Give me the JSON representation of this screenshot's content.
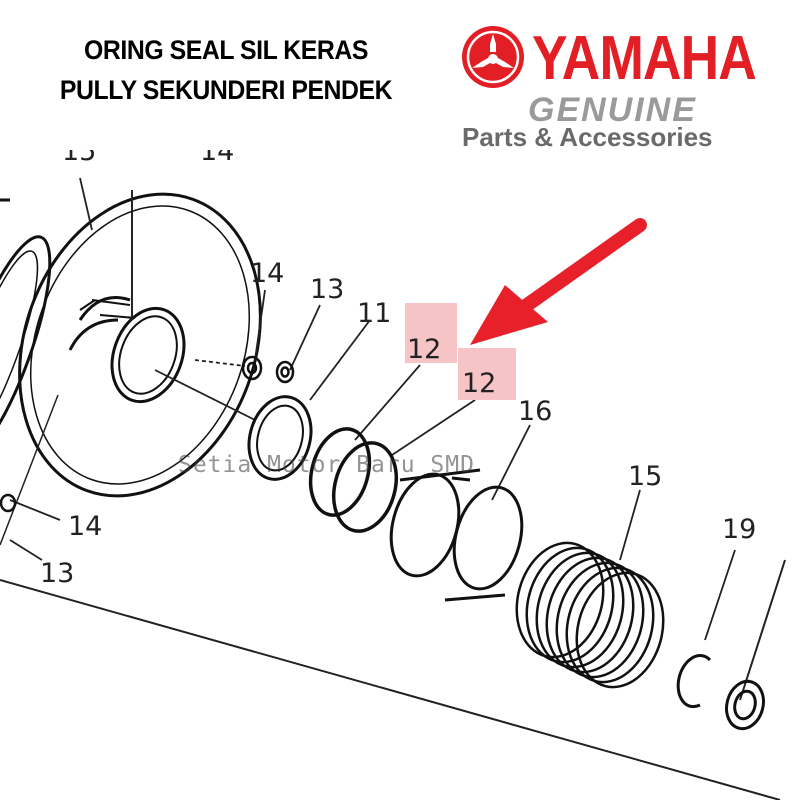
{
  "title": {
    "line1": "ORING SEAL SIL KERAS",
    "line2": "PULLY SEKUNDERI PENDEK"
  },
  "brand": {
    "name": "YAMAHA",
    "genuine": "GENUINE",
    "parts": "Parts & Accessories",
    "accent_color": "#e31f26",
    "logo_icon": "yamaha-tuning-fork-logo"
  },
  "diagram": {
    "labels": {
      "top_left_partial": "15",
      "top_14": "14",
      "label_14_upper": "14",
      "label_13_upper": "13",
      "label_11": "11",
      "label_12_a": "12",
      "label_12_b": "12",
      "label_16": "16",
      "label_15": "15",
      "label_19": "19",
      "label_14_lower": "14",
      "label_13_lower": "13"
    },
    "highlight_color": "#f4b8bc",
    "arrow_color": "#e8202a",
    "arrow_icon": "red-pointer-arrow"
  },
  "watermark": "Setia Motor Baru SMD"
}
